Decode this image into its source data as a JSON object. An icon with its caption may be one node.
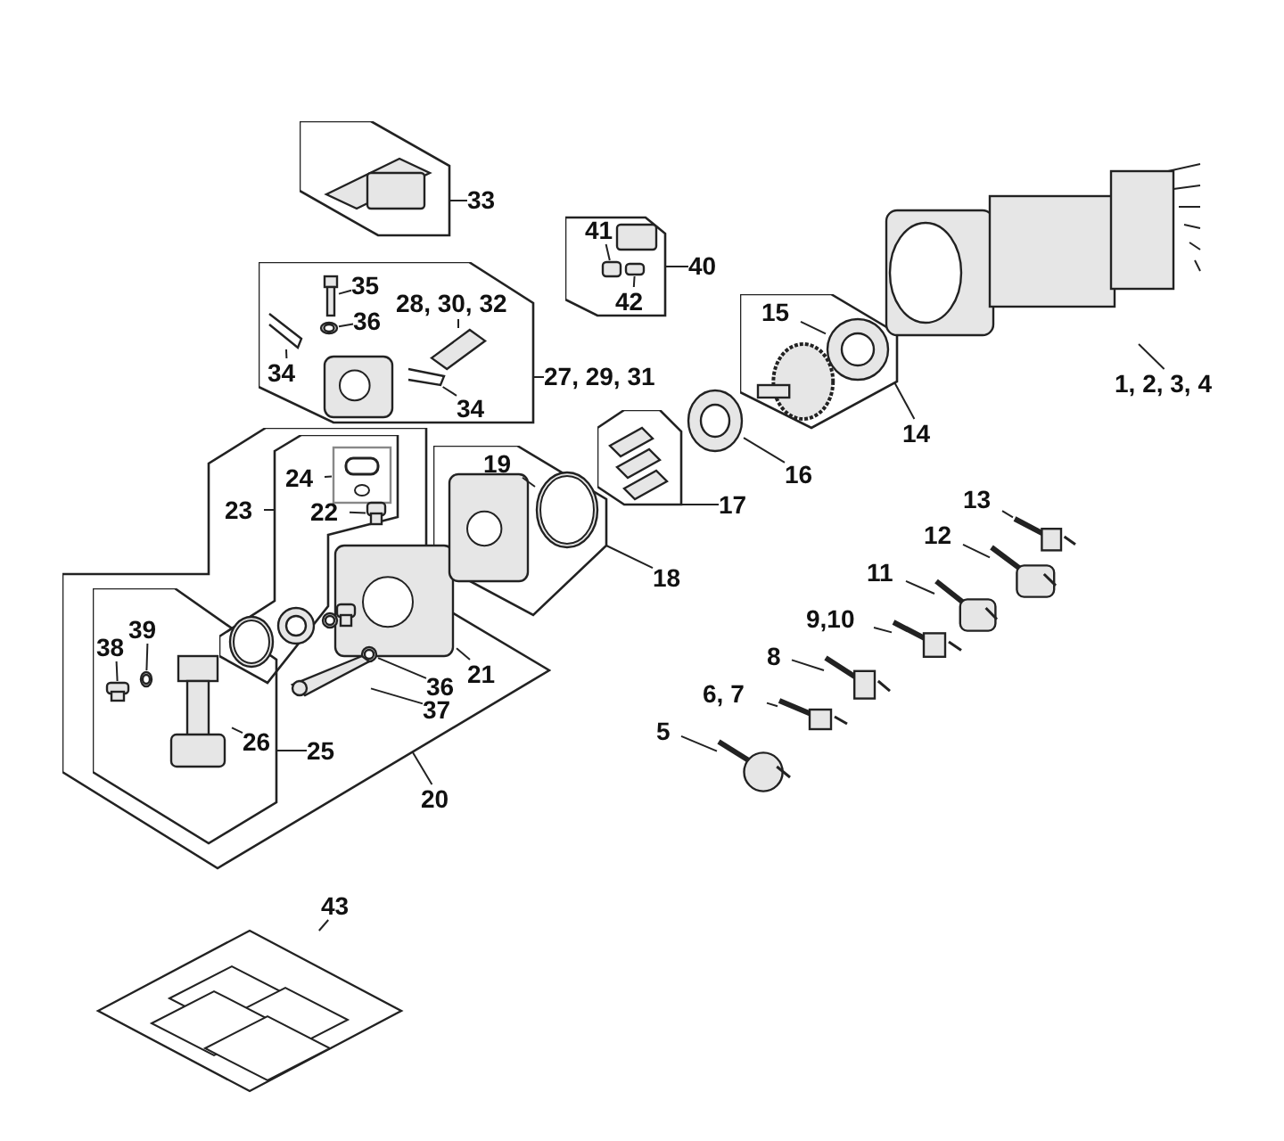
{
  "diagram": {
    "nodes": [
      {
        "text": [],
        "shape": "box"
      },
      {
        "text": [],
        "shape": "picture",
        "in": 0
      },
      {
        "text": [
          "33"
        ]
      },
      {
        "text": [],
        "shape": "box"
      },
      {
        "text": [
          "41"
        ],
        "in": 3
      },
      {
        "text": [],
        "shape": "box",
        "in": 3
      },
      {
        "text": [],
        "shape": "box",
        "in": 3
      },
      {
        "text": [
          "42"
        ],
        "in": 3
      },
      {
        "text": [
          "40"
        ]
      },
      {
        "text": [],
        "shape": "box"
      },
      {
        "text": [
          "35"
        ],
        "in": 9
      },
      {
        "text": [],
        "shape": "picture",
        "in": 9
      },
      {
        "text": [
          "36"
        ],
        "in": 9
      },
      {
        "text": [],
        "shape": "picture",
        "in": 9
      },
      {
        "text": [
          "28, 30, 32"
        ],
        "in": 9
      },
      {
        "text": [],
        "shape": "picture",
        "in": 9
      },
      {
        "text": [],
        "shape": "picture",
        "in": 9
      },
      {
        "text": [
          "34"
        ],
        "in": 9
      },
      {
        "text": [],
        "shape": "picture",
        "in": 9
      },
      {
        "text": [
          "34"
        ],
        "in": 9
      },
      {
        "text": [
          "27, 29, 31"
        ]
      },
      {
        "text": [],
        "shape": "picture"
      },
      {
        "text": [
          "1, 2, 3, 4"
        ]
      },
      {
        "text": [],
        "shape": "box"
      },
      {
        "text": [
          "15"
        ],
        "in": 23
      },
      {
        "text": [],
        "shape": "picture",
        "in": 23
      },
      {
        "text": [
          "14"
        ]
      },
      {
        "text": [],
        "shape": "picture"
      },
      {
        "text": [
          "16"
        ]
      },
      {
        "text": [],
        "shape": "box"
      },
      {
        "text": [
          "17"
        ]
      },
      {
        "text": [],
        "shape": "box"
      },
      {
        "text": [
          "19"
        ],
        "in": 31
      },
      {
        "text": [],
        "shape": "picture",
        "in": 31
      },
      {
        "text": [
          "18"
        ]
      },
      {
        "text": [],
        "shape": "box"
      },
      {
        "text": [],
        "shape": "box",
        "in": 35
      },
      {
        "text": [
          "24"
        ],
        "in": 36
      },
      {
        "text": [],
        "shape": "picture",
        "in": 36
      },
      {
        "text": [
          "22"
        ],
        "in": 36
      },
      {
        "text": [],
        "shape": "box",
        "in": 36
      },
      {
        "text": [
          "23"
        ],
        "in": 35
      },
      {
        "text": [],
        "shape": "box",
        "in": 35
      },
      {
        "text": [
          "38"
        ],
        "in": 42
      },
      {
        "text": [],
        "shape": "box",
        "in": 42
      },
      {
        "text": [
          "39"
        ],
        "in": 42
      },
      {
        "text": [],
        "shape": "picture",
        "in": 42
      },
      {
        "text": [],
        "shape": "picture",
        "in": 42
      },
      {
        "text": [
          "26"
        ],
        "in": 42
      },
      {
        "text": [
          "25"
        ],
        "in": 35
      },
      {
        "text": [],
        "shape": "picture",
        "in": 35
      },
      {
        "text": [
          "21"
        ],
        "in": 35
      },
      {
        "text": [],
        "shape": "picture",
        "in": 35
      },
      {
        "text": [
          "36"
        ],
        "in": 35
      },
      {
        "text": [],
        "shape": "picture",
        "in": 35
      },
      {
        "text": [
          "37"
        ],
        "in": 35
      },
      {
        "text": [
          "20"
        ]
      },
      {
        "text": [],
        "shape": "picture"
      },
      {
        "text": [
          "43"
        ]
      },
      {
        "text": [],
        "shape": "picture"
      },
      {
        "text": [
          "13"
        ]
      },
      {
        "text": [],
        "shape": "picture"
      },
      {
        "text": [
          "12"
        ]
      },
      {
        "text": [],
        "shape": "picture"
      },
      {
        "text": [
          "11"
        ]
      },
      {
        "text": [],
        "shape": "picture"
      },
      {
        "text": [
          "9,10"
        ]
      },
      {
        "text": [],
        "shape": "picture"
      },
      {
        "text": [
          "8"
        ]
      },
      {
        "text": [],
        "shape": "picture"
      },
      {
        "text": [
          "6, 7"
        ]
      },
      {
        "text": [],
        "shape": "picture"
      },
      {
        "text": [
          "5"
        ]
      }
    ],
    "edges": [
      {
        "from": 2,
        "to": 0,
        "arrow": "none"
      },
      {
        "from": 4,
        "to": 5,
        "arrow": "none"
      },
      {
        "from": 7,
        "to": 6,
        "arrow": "none"
      },
      {
        "from": 8,
        "to": 3,
        "arrow": "none"
      },
      {
        "from": 10,
        "to": 11,
        "arrow": "none"
      },
      {
        "from": 12,
        "to": 13,
        "arrow": "none"
      },
      {
        "from": 14,
        "to": 15,
        "arrow": "none"
      },
      {
        "from": 17,
        "to": 16,
        "arrow": "none"
      },
      {
        "from": 19,
        "to": 18,
        "arrow": "none"
      },
      {
        "from": 20,
        "to": 9,
        "arrow": "none"
      },
      {
        "from": 22,
        "to": 21,
        "arrow": "none"
      },
      {
        "from": 24,
        "to": 25,
        "arrow": "none"
      },
      {
        "from": 26,
        "to": 23,
        "arrow": "none"
      },
      {
        "from": 28,
        "to": 27,
        "arrow": "none"
      },
      {
        "from": 30,
        "to": 29,
        "arrow": "none"
      },
      {
        "from": 32,
        "to": 33,
        "arrow": "none"
      },
      {
        "from": 34,
        "to": 31,
        "arrow": "none"
      },
      {
        "from": 37,
        "to": 38,
        "arrow": "none"
      },
      {
        "from": 39,
        "to": 40,
        "arrow": "none"
      },
      {
        "from": 41,
        "to": 36,
        "arrow": "none"
      },
      {
        "from": 43,
        "to": 44,
        "arrow": "none"
      },
      {
        "from": 45,
        "to": 46,
        "arrow": "none"
      },
      {
        "from": 48,
        "to": 47,
        "arrow": "none"
      },
      {
        "from": 49,
        "to": 42,
        "arrow": "none"
      },
      {
        "from": 51,
        "to": 50,
        "arrow": "none"
      },
      {
        "from": 53,
        "to": 52,
        "arrow": "none"
      },
      {
        "from": 55,
        "to": 54,
        "arrow": "none"
      },
      {
        "from": 56,
        "to": 35,
        "arrow": "none"
      },
      {
        "from": 58,
        "to": 57,
        "arrow": "none"
      },
      {
        "from": 60,
        "to": 59,
        "arrow": "none"
      },
      {
        "from": 62,
        "to": 61,
        "arrow": "none"
      },
      {
        "from": 64,
        "to": 63,
        "arrow": "none"
      },
      {
        "from": 66,
        "to": 65,
        "arrow": "none"
      },
      {
        "from": 68,
        "to": 67,
        "arrow": "none"
      },
      {
        "from": 70,
        "to": 69,
        "arrow": "none"
      },
      {
        "from": 72,
        "to": 71,
        "arrow": "none"
      }
    ]
  }
}
